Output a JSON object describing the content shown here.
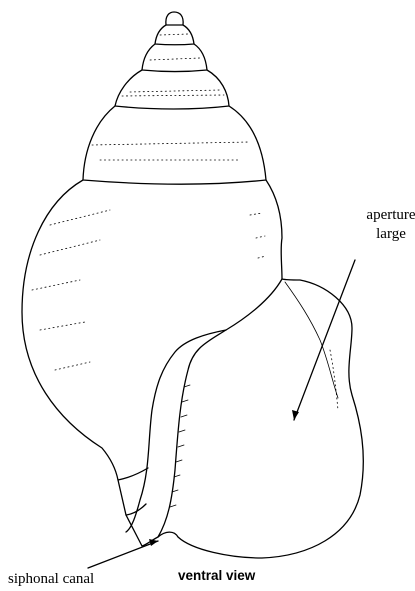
{
  "labels": {
    "aperture_line1": "aperture",
    "aperture_line2": "large",
    "siphonal_canal": "siphonal canal",
    "view": "ventral view"
  },
  "colors": {
    "ink": "#000000",
    "background": "#ffffff"
  }
}
